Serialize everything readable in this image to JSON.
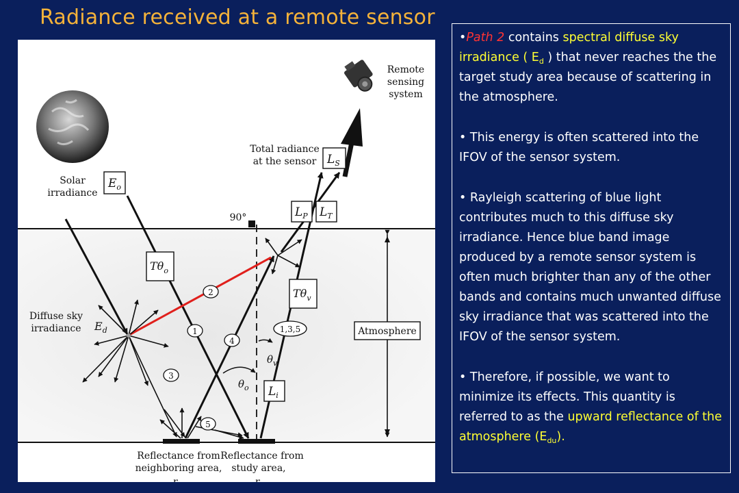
{
  "title": "Radiance received at a remote sensor",
  "diagram": {
    "labels": {
      "remote_1": "Remote",
      "remote_2": "sensing",
      "remote_3": "system",
      "total_1": "Total radiance",
      "total_2": "at the sensor",
      "solar_1": "Solar",
      "solar_2": "irradiance",
      "diffuse_1": "Diffuse sky",
      "diffuse_2": "irradiance",
      "atmosphere": "Atmosphere",
      "angle_90": "90°",
      "refl_neighbor_1": "Reflectance from",
      "refl_neighbor_2": "neighboring area,",
      "refl_neighbor_3": "r",
      "refl_study_1": "Reflectance from",
      "refl_study_2": "study area,",
      "refl_study_3": "r",
      "ls": "L",
      "ls_sub": "S",
      "lp": "L",
      "lp_sub": "P",
      "lt": "L",
      "lt_sub": "T",
      "li": "L",
      "li_sub": "i",
      "eo": "E",
      "eo_sub": "o",
      "ed": "E",
      "ed_sub": "d",
      "t_theta_o": "Tθ",
      "t_theta_o_sub": "o",
      "t_theta_v": "Tθ",
      "t_theta_v_sub": "v",
      "theta_v": "θ",
      "theta_v_sub": "v",
      "theta_o": "θ",
      "theta_o_sub": "o",
      "path_1": "1",
      "path_2": "2",
      "path_3": "3",
      "path_4": "4",
      "path_5": "5",
      "path_135": "1,3,5"
    },
    "highlight_color": "#e0201c"
  },
  "panel": {
    "p1_path": "Path 2",
    "p1_a": " contains ",
    "p1_b": "spectral diffuse sky irradiance",
    "p1_c": " ( E",
    "p1_sub": "d",
    "p1_d": " ) that never reaches the the target study area because of scattering in the atmosphere.",
    "p2": "This energy is often scattered into the IFOV of the sensor system.",
    "p3": "Rayleigh scattering of blue light contributes much to this diffuse sky irradiance. Hence blue band image produced by a remote sensor system is often much brighter than any of the other bands and contains much unwanted diffuse sky irradiance that was scattered into the IFOV of the sensor system.",
    "p4_a": "Therefore, if possible, we want to minimize its effects. This quantity is referred to as the ",
    "p4_b": "upward reflectance of the atmosphere (E",
    "p4_sub": "du",
    "p4_c": ")."
  },
  "colors": {
    "background": "#0a1f5c",
    "title": "#f4b23a",
    "red_text": "#ff3333",
    "yellow_text": "#ffff33"
  }
}
